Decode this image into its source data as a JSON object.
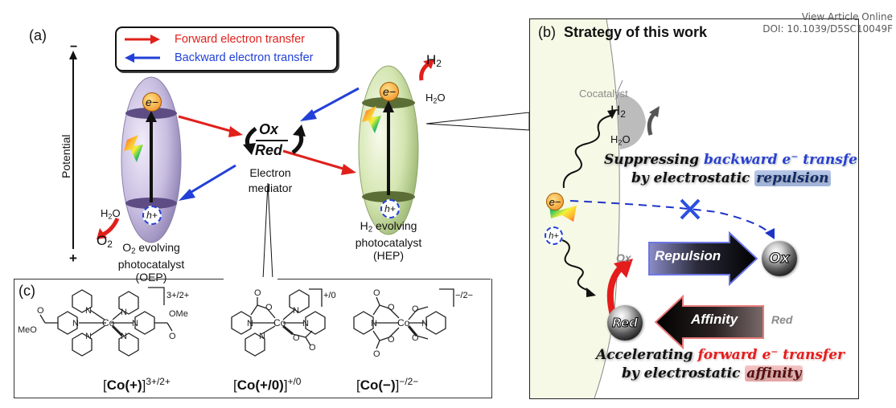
{
  "header": {
    "view_article": "View Article Online",
    "doi": "DOI: 10.1039/D5SC10049F"
  },
  "panel_a": {
    "label": "(a)",
    "legend": {
      "forward": "Forward electron transfer",
      "backward": "Backward electron transfer"
    },
    "axis": {
      "title": "Potential",
      "top": "−",
      "bottom": "+"
    },
    "oep": {
      "electron": "e−",
      "hole": "h+",
      "reactant": "H2O",
      "product": "O2",
      "name_line1": "O2 evolving",
      "name_line2": "photocatalyst",
      "name_line3": "(OEP)"
    },
    "hep": {
      "electron": "e−",
      "hole": "h+",
      "reactant": "H2O",
      "product": "H2",
      "name_line1": "H2 evolving",
      "name_line2": "photocatalyst",
      "name_line3": "(HEP)"
    },
    "mediator": {
      "ox": "Ox",
      "red": "Red",
      "name_line1": "Electron",
      "name_line2": "mediator"
    },
    "colors": {
      "forward": "#e0201b",
      "backward": "#2240d8",
      "oep_body": "#c9bfe0",
      "hep_body": "#d6e6b4"
    }
  },
  "panel_b": {
    "label": "(b)",
    "title": "Strategy of this work",
    "cocatalyst": "Cocatalyst",
    "h2": "H2",
    "h2o": "H2O",
    "electron": "e−",
    "hole": "h+",
    "suppress": {
      "line1_a": "Suppressing ",
      "line1_b": "backward e⁻ transfer",
      "line2_a": "by electrostatic ",
      "line2_b": "repulsion"
    },
    "accelerate": {
      "line1_a": "Accelerating ",
      "line1_b": "forward e⁻ transfer",
      "line2_a": "by electrostatic ",
      "line2_b": "affinity"
    },
    "repulsion": "Repulsion",
    "affinity": "Affinity",
    "ox_faded": "Ox",
    "ox_ball": "Ox",
    "red_ball": "Red",
    "red_faded": "Red"
  },
  "panel_c": {
    "label": "(c)",
    "complexes": [
      {
        "name": "Co(+)",
        "charge": "3+/2+",
        "bracket_charge": "3+/2+"
      },
      {
        "name": "Co(+/0)",
        "charge": "+/0",
        "bracket_charge": "+/0"
      },
      {
        "name": "Co(−)",
        "charge": "−/2−",
        "bracket_charge": "−/2−"
      }
    ]
  }
}
